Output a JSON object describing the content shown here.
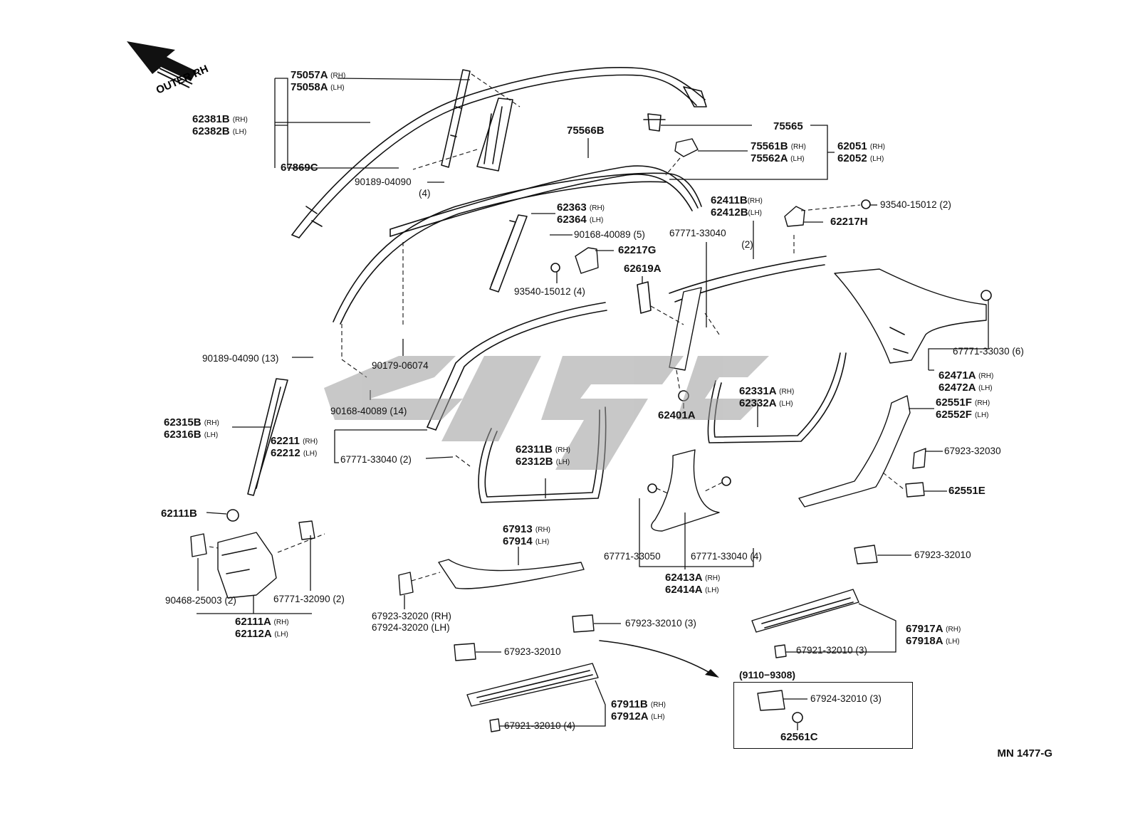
{
  "orientation": {
    "label": "OUTER RH"
  },
  "model_code": "MN  1477-G",
  "range_box": {
    "label": "(9110−9308)"
  },
  "parts": [
    {
      "id": "p1",
      "lines": [
        [
          "75057A",
          "(RH)"
        ],
        [
          "75058A",
          "(LH)"
        ]
      ]
    },
    {
      "id": "p2",
      "lines": [
        [
          "62381B",
          "(RH)"
        ],
        [
          "62382B",
          "(LH)"
        ]
      ]
    },
    {
      "id": "p3",
      "lines": [
        [
          "67869C",
          ""
        ]
      ]
    },
    {
      "id": "p4",
      "lines": [
        [
          "90189-04090",
          ""
        ],
        [
          "(4)",
          ""
        ]
      ],
      "small": true
    },
    {
      "id": "p5",
      "lines": [
        [
          "75566B",
          ""
        ]
      ]
    },
    {
      "id": "p6",
      "lines": [
        [
          "75565",
          ""
        ]
      ]
    },
    {
      "id": "p7",
      "lines": [
        [
          "75561B",
          "(RH)"
        ],
        [
          "75562A",
          "(LH)"
        ]
      ]
    },
    {
      "id": "p8",
      "lines": [
        [
          "62051",
          "(RH)"
        ],
        [
          "62052",
          "(LH)"
        ]
      ]
    },
    {
      "id": "p9",
      "lines": [
        [
          "62363",
          "(RH)"
        ],
        [
          "62364",
          "(LH)"
        ]
      ]
    },
    {
      "id": "p10",
      "lines": [
        [
          "90168-40089 (5)",
          ""
        ]
      ],
      "small": true
    },
    {
      "id": "p11",
      "lines": [
        [
          "62217G",
          ""
        ]
      ]
    },
    {
      "id": "p12",
      "lines": [
        [
          "93540-15012 (4)",
          ""
        ]
      ],
      "small": true
    },
    {
      "id": "p13",
      "lines": [
        [
          "62411B",
          "(RH)"
        ],
        [
          "62412B",
          "(LH)"
        ]
      ]
    },
    {
      "id": "p14",
      "lines": [
        [
          "67771-33040",
          ""
        ],
        [
          "(2)",
          ""
        ]
      ],
      "small": true
    },
    {
      "id": "p15",
      "lines": [
        [
          "93540-15012 (2)",
          ""
        ]
      ],
      "small": true
    },
    {
      "id": "p16",
      "lines": [
        [
          "62217H",
          ""
        ]
      ]
    },
    {
      "id": "p17",
      "lines": [
        [
          "62619A",
          ""
        ]
      ]
    },
    {
      "id": "p18",
      "lines": [
        [
          "90189-04090 (13)",
          ""
        ]
      ],
      "small": true
    },
    {
      "id": "p19",
      "lines": [
        [
          "90179-06074",
          ""
        ]
      ],
      "small": true
    },
    {
      "id": "p20",
      "lines": [
        [
          "90168-40089 (14)",
          ""
        ]
      ],
      "small": true
    },
    {
      "id": "p21",
      "lines": [
        [
          "67771-33030 (6)",
          ""
        ]
      ],
      "small": true
    },
    {
      "id": "p22",
      "lines": [
        [
          "62471A",
          "(RH)"
        ],
        [
          "62472A",
          "(LH)"
        ]
      ]
    },
    {
      "id": "p23",
      "lines": [
        [
          "62331A",
          "(RH)"
        ],
        [
          "62332A",
          "(LH)"
        ]
      ]
    },
    {
      "id": "p24",
      "lines": [
        [
          "62401A",
          ""
        ]
      ]
    },
    {
      "id": "p25",
      "lines": [
        [
          "62315B",
          "(RH)"
        ],
        [
          "62316B",
          "(LH)"
        ]
      ]
    },
    {
      "id": "p26",
      "lines": [
        [
          "62211",
          "(RH)"
        ],
        [
          "62212",
          "(LH)"
        ]
      ]
    },
    {
      "id": "p27",
      "lines": [
        [
          "67771-33040 (2)",
          ""
        ]
      ],
      "small": true
    },
    {
      "id": "p28",
      "lines": [
        [
          "62311B",
          "(RH)"
        ],
        [
          "62312B",
          "(LH)"
        ]
      ]
    },
    {
      "id": "p29",
      "lines": [
        [
          "62551F",
          "(RH)"
        ],
        [
          "62552F",
          "(LH)"
        ]
      ]
    },
    {
      "id": "p30",
      "lines": [
        [
          "67923-32030",
          ""
        ]
      ],
      "small": true
    },
    {
      "id": "p31",
      "lines": [
        [
          "62551E",
          ""
        ]
      ]
    },
    {
      "id": "p32",
      "lines": [
        [
          "62111B",
          ""
        ]
      ]
    },
    {
      "id": "p33",
      "lines": [
        [
          "67913",
          "(RH)"
        ],
        [
          "67914",
          "(LH)"
        ]
      ]
    },
    {
      "id": "p34",
      "lines": [
        [
          "67771-33050",
          ""
        ]
      ],
      "small": true
    },
    {
      "id": "p35",
      "lines": [
        [
          "67771-33040 (4)",
          ""
        ]
      ],
      "small": true
    },
    {
      "id": "p36",
      "lines": [
        [
          "62413A",
          "(RH)"
        ],
        [
          "62414A",
          "(LH)"
        ]
      ]
    },
    {
      "id": "p37",
      "lines": [
        [
          "67923-32010",
          ""
        ]
      ],
      "small": true
    },
    {
      "id": "p38",
      "lines": [
        [
          "90468-25003 (2)",
          ""
        ]
      ],
      "small": true
    },
    {
      "id": "p39",
      "lines": [
        [
          "67771-32090 (2)",
          ""
        ]
      ],
      "small": true
    },
    {
      "id": "p40",
      "lines": [
        [
          "62111A",
          "(RH)"
        ],
        [
          "62112A",
          "(LH)"
        ]
      ]
    },
    {
      "id": "p41",
      "lines": [
        [
          "67923-32020 (RH)",
          ""
        ],
        [
          "67924-32020 (LH)",
          ""
        ]
      ],
      "small": true
    },
    {
      "id": "p42",
      "lines": [
        [
          "67923-32010 (3)",
          ""
        ]
      ],
      "small": true
    },
    {
      "id": "p43",
      "lines": [
        [
          "67917A",
          "(RH)"
        ],
        [
          "67918A",
          "(LH)"
        ]
      ]
    },
    {
      "id": "p44",
      "lines": [
        [
          "67921-32010 (3)",
          ""
        ]
      ],
      "small": true
    },
    {
      "id": "p45",
      "lines": [
        [
          "67923-32010",
          ""
        ]
      ],
      "small": true
    },
    {
      "id": "p46",
      "lines": [
        [
          "67924-32010 (3)",
          ""
        ]
      ],
      "small": true
    },
    {
      "id": "p47",
      "lines": [
        [
          "62561C",
          ""
        ]
      ]
    },
    {
      "id": "p48",
      "lines": [
        [
          "67911B",
          "(RH)"
        ],
        [
          "67912A",
          "(LH)"
        ]
      ]
    },
    {
      "id": "p49",
      "lines": [
        [
          "67921-32010 (4)",
          ""
        ]
      ],
      "small": true
    }
  ]
}
